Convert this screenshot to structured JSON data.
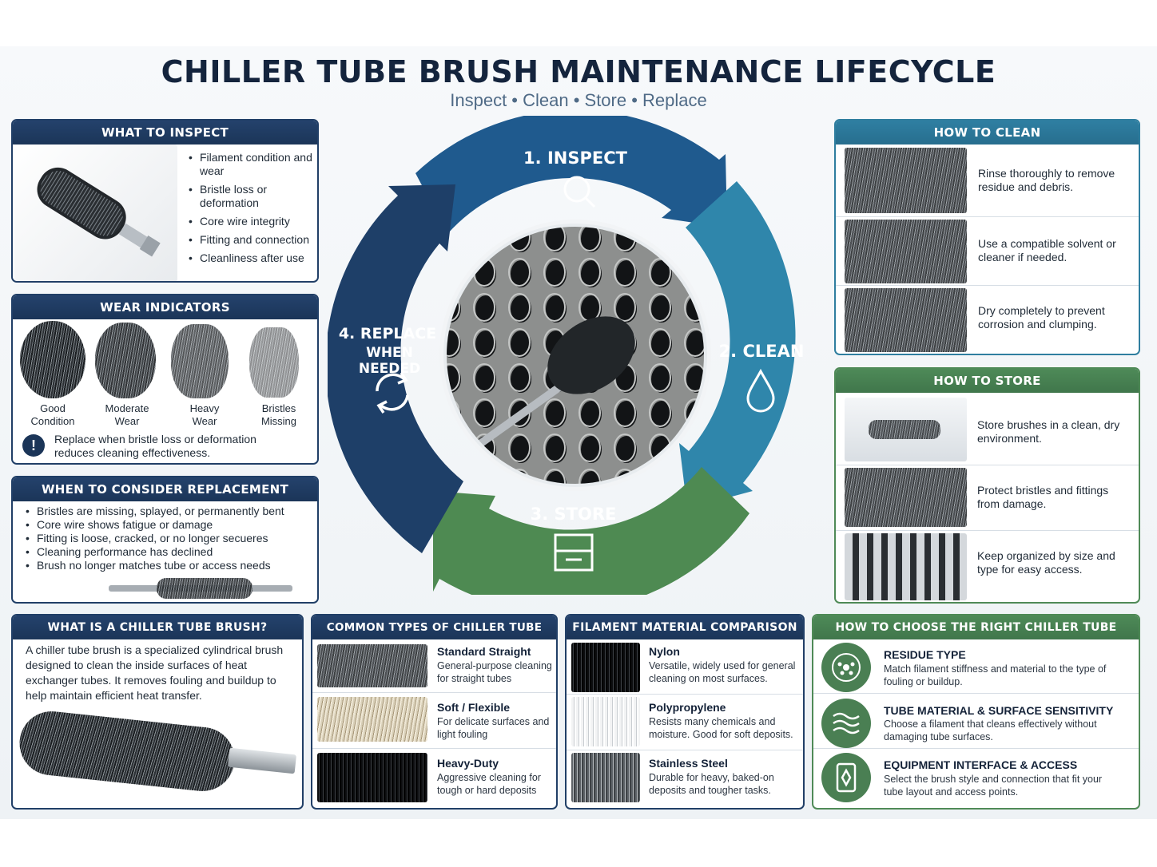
{
  "header": {
    "title": "CHILLER TUBE BRUSH MAINTENANCE LIFECYCLE",
    "subtitle": "Inspect • Clean • Store • Replace"
  },
  "what_to_inspect": {
    "title": "WHAT TO INSPECT",
    "items": [
      "Filament condition and wear",
      "Bristle loss or deformation",
      "Core wire integrity",
      "Fitting and connection",
      "Cleanliness after use"
    ]
  },
  "wear_indicators": {
    "title": "WEAR INDICATORS",
    "levels": [
      "Good Condition",
      "Moderate Wear",
      "Heavy Wear",
      "Bristles Missing"
    ],
    "note": "Replace when bristle loss or deformation reduces cleaning effectiveness.",
    "alert_icon": "exclamation-icon"
  },
  "replacement": {
    "title": "WHEN TO CONSIDER REPLACEMENT",
    "items": [
      "Bristles are missing, splayed, or permanently bent",
      "Core wire shows fatigue or damage",
      "Fitting is loose, cracked, or no longer secueres",
      "Cleaning performance has declined",
      "Brush no longer matches tube or access needs"
    ]
  },
  "cycle": {
    "inspect": "1. INSPECT",
    "clean": "2. CLEAN",
    "store": "3. STORE",
    "replace_1": "4. REPLACE",
    "replace_2": "WHEN NEEDED",
    "colors": {
      "inspect": "#1f5a8e",
      "clean": "#2f86ab",
      "store": "#4e8a52",
      "replace": "#1e3f68"
    },
    "icons": [
      "magnifier-icon",
      "water-drop-icon",
      "storage-box-icon",
      "cycle-arrows-icon"
    ]
  },
  "how_to_clean": {
    "title": "HOW TO CLEAN",
    "steps": [
      "Rinse thoroughly to remove residue and debris.",
      "Use a compatible solvent or cleaner if needed.",
      "Dry completely to prevent corrosion and clumping."
    ]
  },
  "how_to_store": {
    "title": "HOW TO STORE",
    "steps": [
      "Store brushes in a clean, dry environment.",
      "Protect bristles and fittings from damage.",
      "Keep organized by size and type for easy access."
    ]
  },
  "what_is": {
    "title": "WHAT IS A CHILLER TUBE BRUSH?",
    "text": "A chiller tube brush is a specialized cylindrical brush designed to clean the inside surfaces of heat exchanger tubes. It removes fouling and buildup to help maintain efficient heat transfer."
  },
  "types": {
    "title": "COMMON TYPES OF CHILLER TUBE BRUSHES",
    "items": [
      {
        "name": "Standard Straight",
        "desc": "General-purpose cleaning for straight tubes"
      },
      {
        "name": "Soft / Flexible",
        "desc": "For delicate surfaces and light fouling"
      },
      {
        "name": "Heavy-Duty",
        "desc": "Aggressive cleaning for tough or hard deposits"
      }
    ]
  },
  "filaments": {
    "title": "FILAMENT MATERIAL COMPARISON",
    "items": [
      {
        "name": "Nylon",
        "desc": "Versatile, widely used for general cleaning on most surfaces."
      },
      {
        "name": "Polypropylene",
        "desc": "Resists many chemicals and moisture. Good for soft deposits."
      },
      {
        "name": "Stainless Steel",
        "desc": "Durable for heavy, baked-on deposits and tougher tasks."
      }
    ]
  },
  "choose": {
    "title": "HOW TO CHOOSE THE RIGHT CHILLER TUBE BRUSH",
    "items": [
      {
        "name": "RESIDUE TYPE",
        "desc": "Match filament stiffness and material to the type of fouling or buildup."
      },
      {
        "name": "TUBE MATERIAL & SURFACE SENSITIVITY",
        "desc": "Choose a filament that cleans effectively without damaging tube surfaces."
      },
      {
        "name": "EQUIPMENT INTERFACE & ACCESS",
        "desc": "Select the brush style and connection that fit your tube layout and access points."
      }
    ],
    "icons": [
      "particles-icon",
      "waves-icon",
      "connector-icon"
    ]
  }
}
